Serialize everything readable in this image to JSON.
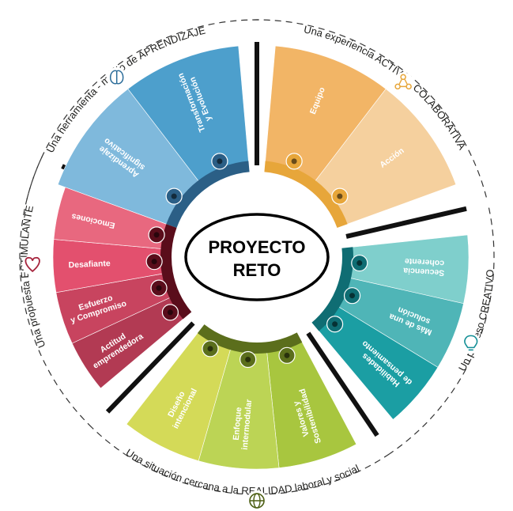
{
  "center": {
    "line1": "PROYECTO",
    "line2": "RETO"
  },
  "groups": [
    {
      "id": "aprendizaje",
      "arc_label": "Una herramienta - medio de APRENDIZAJE",
      "icon": "brain-icon",
      "segments": [
        {
          "text": [
            "Aprendizaje",
            "significativo"
          ],
          "color": "#7fb9dc"
        },
        {
          "text": [
            "Transformación",
            "y Evolución"
          ],
          "color": "#4d9fcc"
        }
      ],
      "band_color": "#2b5f86"
    },
    {
      "id": "colaborativa",
      "arc_label": "Una experiencia ACTIVO - COLABORATIVA",
      "icon": "network-icon",
      "segments": [
        {
          "text": [
            "Equipo"
          ],
          "color": "#f2b566"
        },
        {
          "text": [
            "Acción"
          ],
          "color": "#f5d09e"
        }
      ],
      "band_color": "#e7a63a"
    },
    {
      "id": "creativo",
      "arc_label": "Un proceso CREATIVO",
      "icon": "lightbulb-icon",
      "segments": [
        {
          "text": [
            "Secuencia",
            "coherente"
          ],
          "color": "#7fcfcc"
        },
        {
          "text": [
            "Más de una",
            "solución"
          ],
          "color": "#4fb5b7"
        },
        {
          "text": [
            "Habilidades",
            "de pensamiento"
          ],
          "color": "#1b9ea3"
        }
      ],
      "band_color": "#0f6d73"
    },
    {
      "id": "social",
      "arc_label": "Una situación cercana a la REALIDAD laboral y social",
      "icon": "globe-icon",
      "segments": [
        {
          "text": [
            "Valores y",
            "Sostenibilidad"
          ],
          "color": "#a8c63f"
        },
        {
          "text": [
            "Enfoque",
            "intermodular"
          ],
          "color": "#bcd455"
        },
        {
          "text": [
            "Diseño",
            "intencional"
          ],
          "color": "#d4da58"
        }
      ],
      "band_color": "#5b6e1c"
    },
    {
      "id": "estimulante",
      "arc_label": "Una propuesta ESTIMULANTE",
      "icon": "heart-icon",
      "segments": [
        {
          "text": [
            "Actitud",
            "emprendedora"
          ],
          "color": "#b23a53"
        },
        {
          "text": [
            "Esfuerzo",
            "y Compromiso"
          ],
          "color": "#c8445f"
        },
        {
          "text": [
            "Desafiante"
          ],
          "color": "#e3506e"
        },
        {
          "text": [
            "Emociones"
          ],
          "color": "#e8687f"
        }
      ],
      "band_color": "#5a0d1b"
    }
  ]
}
